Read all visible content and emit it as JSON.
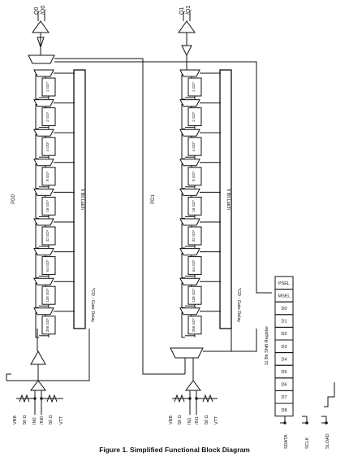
{
  "caption": "Figure 1. Simplified Functional Block Diagram",
  "channel_a": {
    "output_labels": [
      "Q0",
      "/Q0"
    ],
    "vertical_label": "PD0",
    "latch_label": "9 Bit Latch",
    "delay_label": "*CD - Gate Delay",
    "delay_stages": [
      "1 GD*",
      "2 GD*",
      "4 GD*",
      "8 GD*",
      "16 GD*",
      "32 GD*",
      "64 GD*",
      "128 GD*",
      "256 GD*"
    ],
    "input_labels": [
      "VBB",
      "50 Ω",
      "IN0",
      "/IN0",
      "50 Ω",
      "VTT"
    ]
  },
  "channel_b": {
    "output_labels": [
      "Q1",
      "/Q1"
    ],
    "vertical_label": "PD1",
    "latch_label": "9 Bit Latch",
    "delay_label": "*CD - Gate Delay",
    "delay_stages": [
      "1 GD*",
      "2 GD*",
      "4 GD*",
      "8 GD*",
      "16 GD*",
      "32 GD*",
      "64 GD*",
      "128 GD*",
      "256 GD*"
    ],
    "input_labels": [
      "VBB",
      "50 Ω",
      "IN1",
      "/IN1",
      "50 Ω",
      "VTT"
    ]
  },
  "shift_register": {
    "label": "11 Bit Shift Register",
    "cells": [
      "PSEL",
      "MSEL",
      "D0",
      "D1",
      "D2",
      "D3",
      "D4",
      "D5",
      "D6",
      "D7",
      "D8"
    ]
  },
  "serial_pins": [
    "SDATA",
    "SCLK",
    "SLOAD"
  ]
}
